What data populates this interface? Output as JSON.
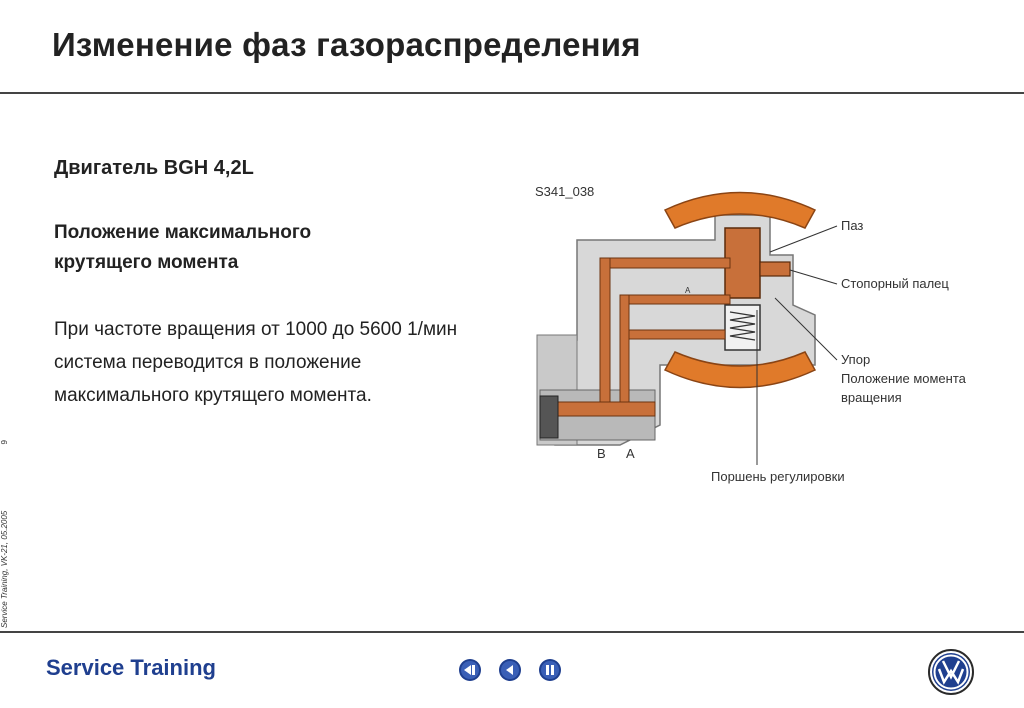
{
  "title": "Изменение фаз газораспределения",
  "engine": "Двигатель BGH 4,2L",
  "mode_title": "Положение максимального крутящего момента",
  "description": "При частоте вращения от 1000 до 5600 1/мин система переводится в положение максимального крутящего момента.",
  "side": {
    "page_number": "9",
    "info": "Service Training, VK-21, 05.2005"
  },
  "diagram": {
    "code": "S341_038",
    "labels": {
      "groove": "Паз",
      "lock_pin": "Стопорный палец",
      "stop": "Упор",
      "torque_position_1": "Положение момента",
      "torque_position_2": "вращения",
      "piston": "Поршень регулировки",
      "port_b": "B",
      "port_a": "A",
      "channel_a": "A"
    }
  },
  "footer": {
    "brand": "Service Training",
    "nav": [
      "rewind-icon",
      "back-icon",
      "pause-icon"
    ]
  },
  "colors": {
    "accent": "#1f3f8f",
    "copper": "#c8703a",
    "orange": "#e07a2a"
  }
}
